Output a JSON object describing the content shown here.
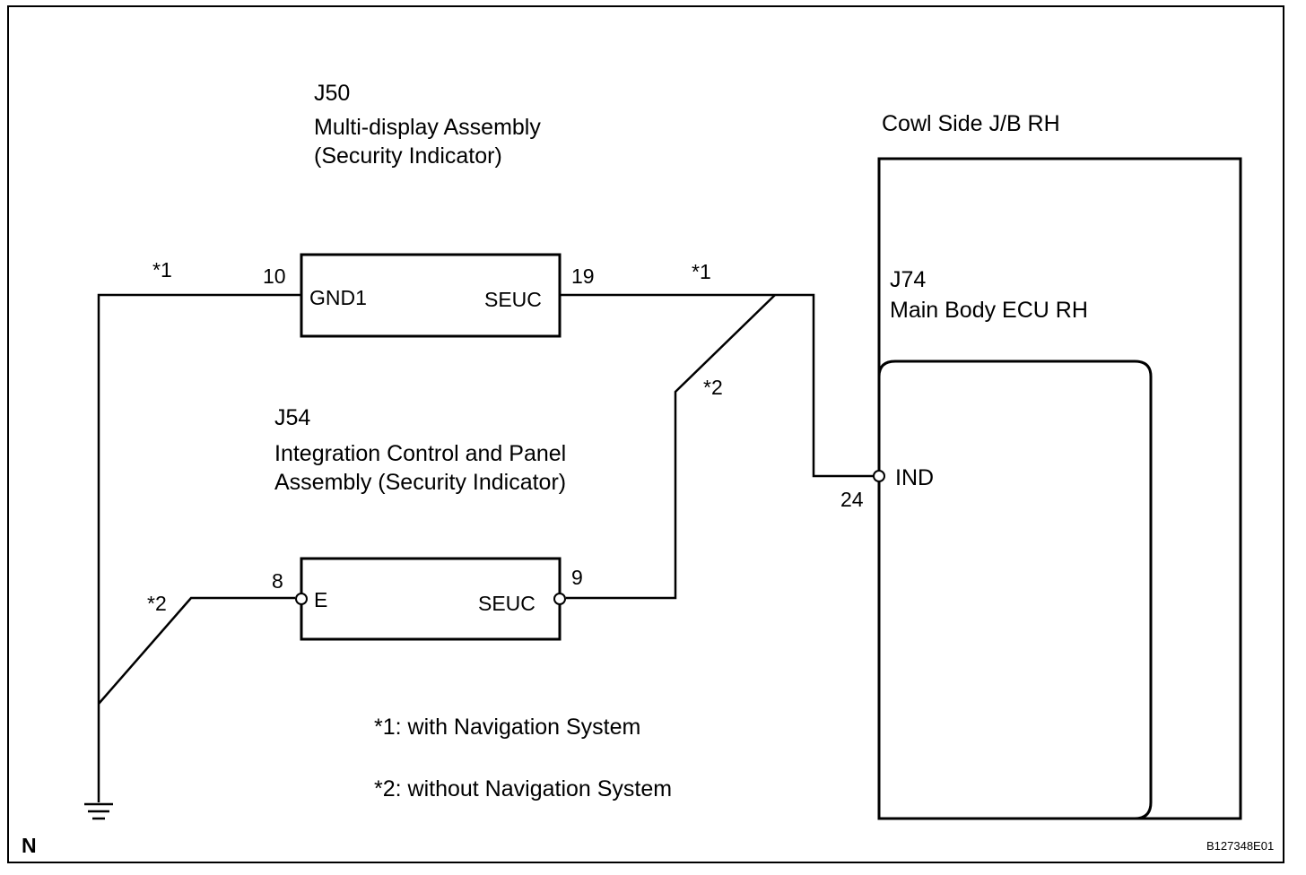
{
  "j50": {
    "code": "J50",
    "name": "Multi-display Assembly",
    "sub": "(Security Indicator)",
    "pin_gnd_num": "10",
    "pin_gnd_label": "GND1",
    "pin_seuc_num": "19",
    "pin_seuc_label": "SEUC"
  },
  "j54": {
    "code": "J54",
    "name_line1": "Integration Control and Panel",
    "name_line2": "Assembly (Security Indicator)",
    "pin_e_num": "8",
    "pin_e_label": "E",
    "pin_seuc_num": "9",
    "pin_seuc_label": "SEUC"
  },
  "junction_block": {
    "title": "Cowl Side J/B RH",
    "ecu_code": "J74",
    "ecu_name": "Main Body ECU RH",
    "pin_ind_num": "24",
    "pin_ind_label": "IND"
  },
  "wire_marks": {
    "ground_nav": "*1",
    "seuc_nav": "*1",
    "seuc_no_nav": "*2",
    "ground_no_nav": "*2"
  },
  "notes": {
    "note1": "*1: with Navigation System",
    "note2": "*2: without Navigation System"
  },
  "footer": {
    "corner_mark": "N",
    "figure_id": "B127348E01"
  }
}
